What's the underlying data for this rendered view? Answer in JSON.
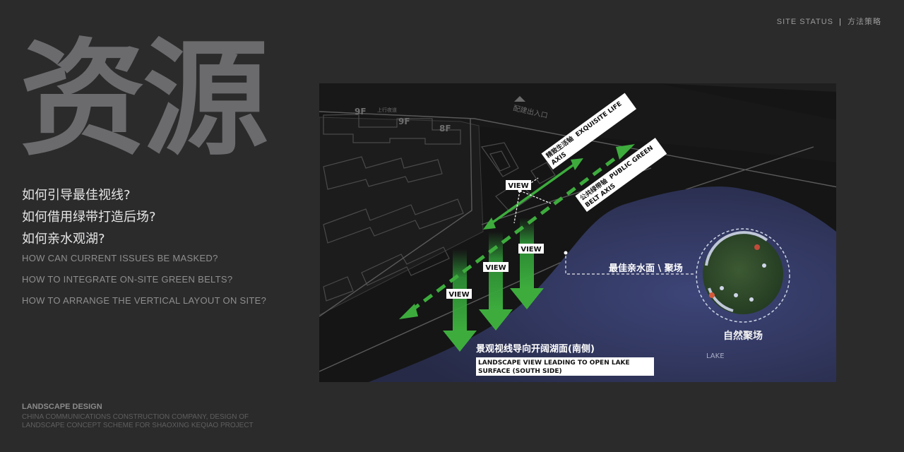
{
  "header": {
    "section_en": "SITE STATUS",
    "divider": "|",
    "section_cn": "方法策略"
  },
  "title": "资源",
  "questions_cn": [
    "如何引导最佳视线?",
    "如何借用绿带打造后场?",
    "如何亲水观湖?"
  ],
  "questions_en": [
    "HOW CAN CURRENT ISSUES BE MASKED?",
    "HOW TO INTEGRATE ON-SITE GREEN BELTS?",
    "HOW TO ARRANGE THE VERTICAL LAYOUT ON SITE?"
  ],
  "footer": {
    "title": "LANDSCAPE DESIGN",
    "text": "CHINA COMMUNICATIONS CONSTRUCTION COMPANY, DESIGN OF LANDSCAPE CONCEPT SCHEME FOR SHAOXING KEQIAO PROJECT"
  },
  "map": {
    "floor_labels": [
      "9F",
      "9F",
      "8F"
    ],
    "road_label": "上行夜道",
    "entrance_label": "配建出入口",
    "axis1": {
      "cn": "精致生活轴",
      "en_a": "EXQUISITE LIFE",
      "en_b": "AXIS"
    },
    "axis2": {
      "cn": "公共绿带轴",
      "en_a": "PUBLIC GREEN",
      "en_b": "BELT AXIS"
    },
    "view_label": "VIEW",
    "waterfront_label": "最佳亲水面 \\ 聚场",
    "plaza_label": "自然聚场",
    "lake_label": "LAKE",
    "caption_cn": "景观视线导向开阔湖面(南侧)",
    "caption_en_1": "LANDSCAPE VIEW LEADING TO OPEN LAKE",
    "caption_en_2": "SURFACE (SOUTH SIDE)",
    "colors": {
      "green": "#3dac3d",
      "lake": "#343b6a",
      "grass": "#2e4a2a",
      "ground": "#141414"
    }
  }
}
